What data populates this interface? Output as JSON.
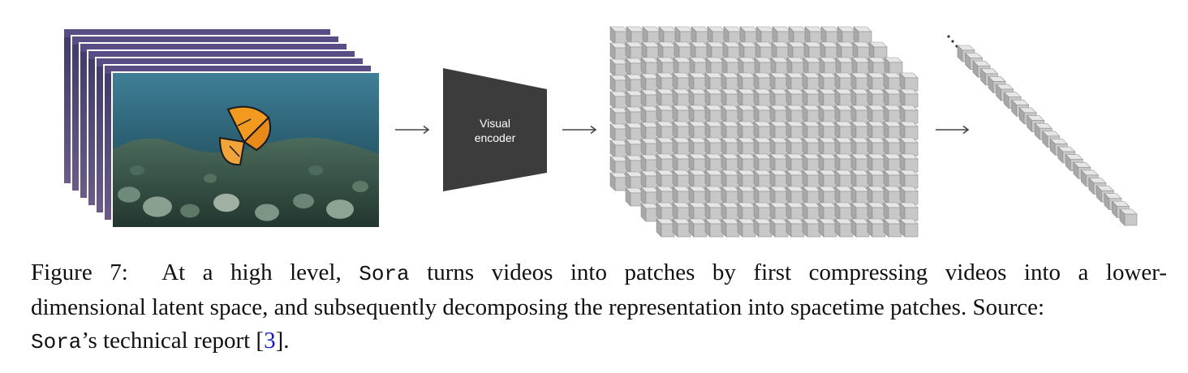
{
  "figure": {
    "encoder_label_line1": "Visual",
    "encoder_label_line2": "encoder",
    "colors": {
      "encoder_fill": "#3c3c3c",
      "cube_face": "#c8c8c8",
      "cube_top": "#e6e6e6",
      "cube_side": "#a8a8a8",
      "arrow": "#444444"
    }
  },
  "caption": {
    "figure_label": "Figure 7:",
    "text_1": "At a high level,",
    "model_name": "Sora",
    "text_2": "turns videos into patches by first compressing videos into a lower-",
    "text_3": "dimensional latent space, and subsequently decomposing the representation into spacetime patches. Source:",
    "text_4": "’s technical report [",
    "ref_number": "3",
    "text_5": "]."
  }
}
